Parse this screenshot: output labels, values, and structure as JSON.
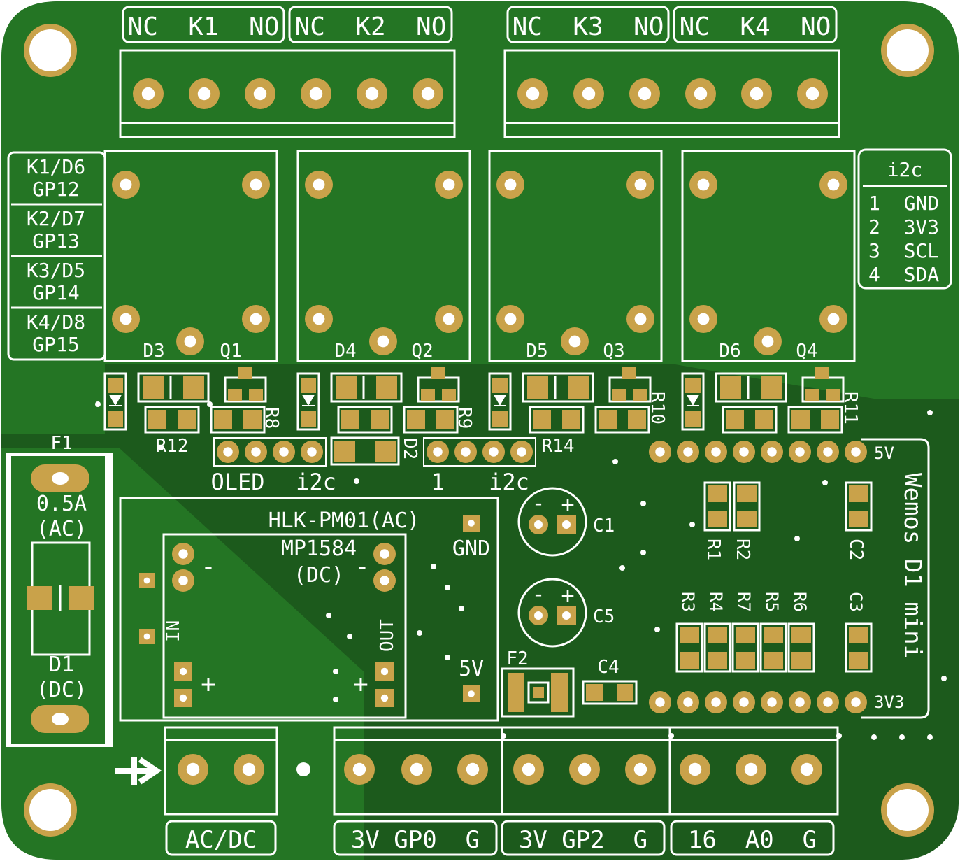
{
  "board": {
    "colors": {
      "substrate": "#1c5a1c",
      "copper_fill": "#247524",
      "silk": "#ffffff",
      "pad": "#c9a24a"
    }
  },
  "relay_terminals": [
    {
      "id": "k1",
      "label": "NC  K1  NO"
    },
    {
      "id": "k2",
      "label": "NC  K2  NO"
    },
    {
      "id": "k3",
      "label": "NC  K3  NO"
    },
    {
      "id": "k4",
      "label": "NC  K4  NO"
    }
  ],
  "pin_map": [
    {
      "k": "K1/D6",
      "gp": "GP12"
    },
    {
      "k": "K2/D7",
      "gp": "GP13"
    },
    {
      "k": "K3/D5",
      "gp": "GP14"
    },
    {
      "k": "K4/D8",
      "gp": "GP15"
    }
  ],
  "i2c_box": {
    "title": "i2c",
    "rows": [
      "1  GND",
      "2  3V3",
      "3  SCL",
      "4  SDA"
    ]
  },
  "relays": [
    {
      "d": "D3",
      "q": "Q1"
    },
    {
      "d": "D4",
      "q": "Q2"
    },
    {
      "d": "D5",
      "q": "Q3"
    },
    {
      "d": "D6",
      "q": "Q4"
    }
  ],
  "resistor_labels": {
    "r12": "R12",
    "r14": "R14",
    "r8": "R8",
    "r9": "R9",
    "r10": "R10",
    "r11": "R11",
    "r1": "R1",
    "r2": "R2",
    "r3": "R3",
    "r4": "R4",
    "r7": "R7",
    "r5": "R5",
    "r6": "R6"
  },
  "cap_labels": {
    "c1": "C1",
    "c2": "C2",
    "c3": "C3",
    "c4": "C4",
    "c5": "C5"
  },
  "misc_labels": {
    "d2": "D2",
    "oled": "OLED",
    "i2c_left": "i2c",
    "one": "1",
    "i2c_right": "i2c",
    "pin_5v": "5V",
    "pin_3v3": "3V3",
    "wemos": "Wemos D1 mini",
    "f1": "F1",
    "fuse_rating": "0.5A",
    "ac": "(AC)",
    "d1": "D1",
    "dc": "(DC)",
    "hlk": "HLK-PM01(AC)",
    "mp": "MP1584",
    "mp_dc": "(DC)",
    "gnd": "GND",
    "in": "IN",
    "out": "OUT",
    "five_v": "5V",
    "f2": "F2",
    "minus": "-",
    "plus": "+"
  },
  "bottom_terminals": [
    {
      "id": "acdc",
      "label": "AC/DC"
    },
    {
      "id": "gp0",
      "label": "3V GP0  G"
    },
    {
      "id": "gp2",
      "label": "3V GP2  G"
    },
    {
      "id": "a0",
      "label": "16  A0  G"
    }
  ]
}
